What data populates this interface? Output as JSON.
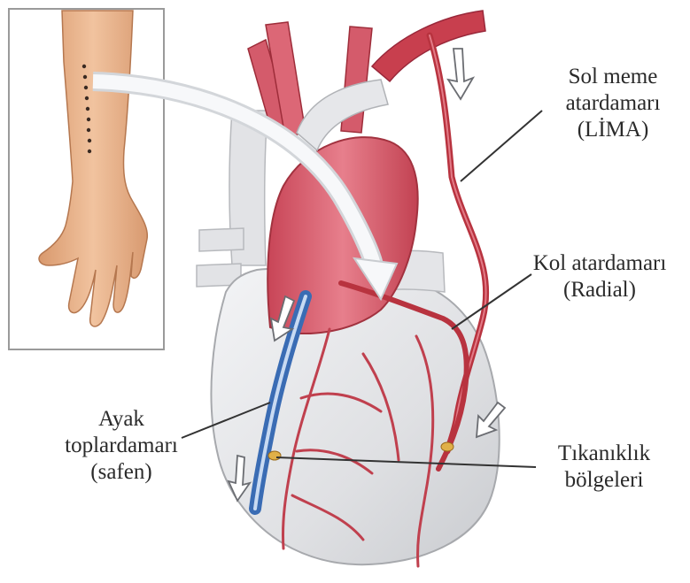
{
  "labels": {
    "lima": {
      "line1": "Sol meme",
      "line2": "atardamarı",
      "line3": "(LİMA)"
    },
    "radial": {
      "line1": "Kol atardamarı",
      "line2": "(Radial)"
    },
    "safen": {
      "line1": "Ayak",
      "line2": "toplardamarı",
      "line3": "(safen)"
    },
    "block": {
      "line1": "Tıkanıklık",
      "line2": "bölgeleri"
    }
  },
  "colors": {
    "artery": "#b8333f",
    "aorta": "#d9606e",
    "vein": "#4a7fc4",
    "heart": "#e6e7e9",
    "skin": "#e7b08a",
    "callout_line": "#333333"
  }
}
